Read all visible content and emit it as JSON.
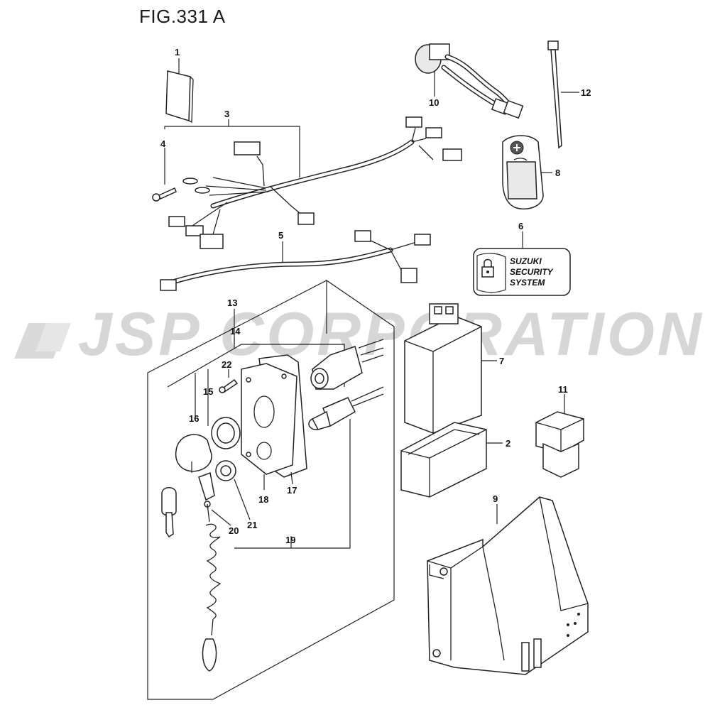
{
  "figure_title": "FIG.331 A",
  "watermark": "JSP CORPORATION",
  "callouts": [
    "1",
    "2",
    "3",
    "4",
    "5",
    "6",
    "7",
    "8",
    "9",
    "10",
    "11",
    "12",
    "13",
    "14",
    "15",
    "16",
    "17",
    "18",
    "19",
    "20",
    "21",
    "22"
  ],
  "decal_lines": [
    "SUZUKI",
    "SECURITY",
    "SYSTEM"
  ]
}
